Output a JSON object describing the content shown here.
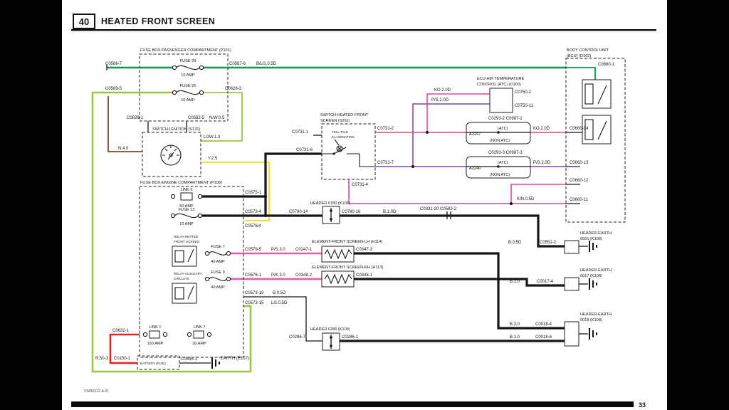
{
  "header": {
    "page_number": "40",
    "title": "HEATED FRONT SCREEN"
  },
  "footer": {
    "doc_code": "VWR0212-A-01",
    "page_number": "33"
  },
  "colors": {
    "green": "#009B48",
    "light_green": "#97C93D",
    "brown": "#7A4A21",
    "yellow": "#F2DE16",
    "pink": "#E95BA5",
    "purple": "#8C5FBF",
    "red": "#E8231A",
    "black_wire": "#161616"
  },
  "components": {
    "p101": {
      "title": "FUSE BOX-PASSENGER COMPARTMENT (P101)",
      "fuse29": "FUSE 29",
      "fuse29_amp": "10 AMP",
      "fuse26": "FUSE 26",
      "fuse26_amp": "10 AMP"
    },
    "s176": {
      "title": "SWITCH-IGNITION (S176)"
    },
    "p108": {
      "title": "FUSE BOX-ENGINE COMPARTMENT (P108)",
      "link6": "LINK 6",
      "link6_amp": "50 AMP",
      "fuse13": "FUSE 13",
      "fuse13_amp": "10 AMP",
      "relay_hfs_1": "RELAY-HEATED",
      "relay_hfs_2": "FRONT SCREEN",
      "fuse7": "FUSE 7",
      "fuse7_amp": "40 AMP",
      "relay_aux_1": "RELAY-AUXILIARY",
      "relay_aux_2": "CIRCUITS",
      "fuse9": "FUSE 9",
      "fuse9_amp": "40 AMP",
      "link1": "LINK 1",
      "link1_amp": "150 AMP",
      "link7": "LINK 7",
      "link7_amp": "30 AMP"
    },
    "s261": {
      "title_1": "SWITCH-HEATED-FRONT",
      "title_2": "SCREEN (S261)",
      "tell_tale_1": "TELL TALE",
      "tell_tale_2": "ILLUMINATION"
    },
    "ecu": {
      "title_1": "ECU-AIR TEMPERATURE",
      "title_2": "CONTROL (ATC) (D160)"
    },
    "bcu": {
      "title_1": "BODY CONTROL UNIT",
      "title_2": "(BCU) (D162)"
    },
    "junction1": {
      "id": "A2247",
      "atc": "(ATC)",
      "non_atc": "(NON ATC)"
    },
    "junction2": {
      "id": "A2246",
      "atc": "(ATC)",
      "non_atc": "(NON ATC)"
    },
    "header0780": {
      "title": "HEADER 0780 (K109)"
    },
    "header0286": {
      "title": "HEADER 0286 (K109)"
    },
    "element_lh": {
      "title": "ELEMENT-FRONT SCREEN-LH (H114)"
    },
    "element_rh": {
      "title": "ELEMENT-FRONT SCREEN-RH (H113)"
    },
    "he0551": {
      "title_1": "HEADER-EARTH",
      "title_2": "0551 (K108)"
    },
    "he0017": {
      "title_1": "HEADER-EARTH",
      "title_2": "0017 (K108)"
    },
    "he0018": {
      "title_1": "HEADER-EARTH",
      "title_2": "0018 (K108)"
    },
    "battery": {
      "title": "BATTERY (P100)"
    },
    "earth": {
      "title": "EARTH (E107)"
    }
  },
  "connectors": {
    "c0586_7": "C0586-7",
    "c0587_6": "C0587-6",
    "c0589_5": "C0589-5",
    "c0628_3": "C0628-3",
    "c0628_1": "C0628-1",
    "c0582_5": "C0582-5",
    "c0575_1": "C0575-1",
    "c0573_4": "C0573-4",
    "c0576_4": "C0576/4",
    "c0579_5": "C0579-5",
    "c0576_1": "C0576-1",
    "c0573_19": "C0573-19",
    "c0573_15": "C0573-15",
    "c0632_1": "C0632-1",
    "r50_3": "R.50-3",
    "c0150_1": "C0150-1",
    "c0545_1": "C0545-1",
    "c0731_1": "C0731-1",
    "c0731_6": "C0731-6",
    "c0731_2": "C0731-2",
    "c0731_7": "C0731-7",
    "c0731_4": "C0731-4",
    "c0780_14": "C0780-14",
    "c0780_16": "C0780-16",
    "c0331_20_c0583_2": "C0331-20 C0583-2",
    "c0750_2": "C0750-2",
    "c0750_11": "C0750-11",
    "c0293_2_c0987_2": "C0293-2 C0987-2",
    "c0293_3_c0987_3": "C0293-3 C0987-3",
    "c0660_1": "C0660-1",
    "c0660_14": "C0660-14",
    "c0660_13": "C0660-13",
    "c0660_12": "C0660-12",
    "c0660_11": "C0660-11",
    "c0551_2": "C0551-2",
    "c0017_4": "C0017-4",
    "c0018_4": "C0018-4",
    "c0018_6": "C0018-6",
    "c0286_7": "C0286-7",
    "c0286_1": "C0286-1",
    "c0247_1": "C0247-1",
    "c0347_3": "C0347-3",
    "c0348_2": "C0348-2",
    "c0348_1": "C0348-1"
  },
  "wire_codes": {
    "blg05d": "B/LG.0.5D",
    "nw05": "N/W.0.5",
    "lgw13": "LGW.1.3",
    "y25": "Y.2.5",
    "n40": "N.4.0",
    "ps30": "P/S.3.0",
    "pk30": "P/K.3.0",
    "b05d": "B.0.5D",
    "lg05d": "LG.0.5D",
    "b10d": "B.1.0D",
    "ko20d": "KO.2.0D",
    "ps20d": "P/S.2.0D",
    "kn05d": "K/N.0.5D",
    "b10": "B.1.0",
    "b30": "B.3.0"
  }
}
